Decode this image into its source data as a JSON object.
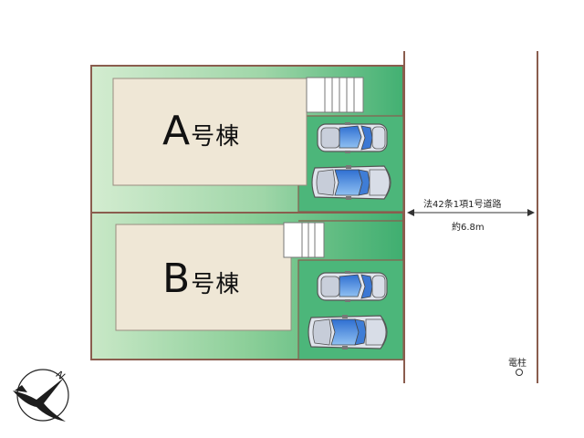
{
  "houses": {
    "a": {
      "letter": "A",
      "suffix": "号棟"
    },
    "b": {
      "letter": "B",
      "suffix": "号棟"
    }
  },
  "road": {
    "type_label": "法42条1項1号道路",
    "width_label": "約6.8m"
  },
  "utility_pole_label": "電柱",
  "compass": {
    "north_label": "N"
  },
  "colors": {
    "lot_green_light": "#c8e6c4",
    "lot_green_dark": "#52b57a",
    "building": "#efe7d6",
    "boundary": "#8a5d4e",
    "car_body": "#d7dde8",
    "car_glass": "#4f8de0"
  }
}
